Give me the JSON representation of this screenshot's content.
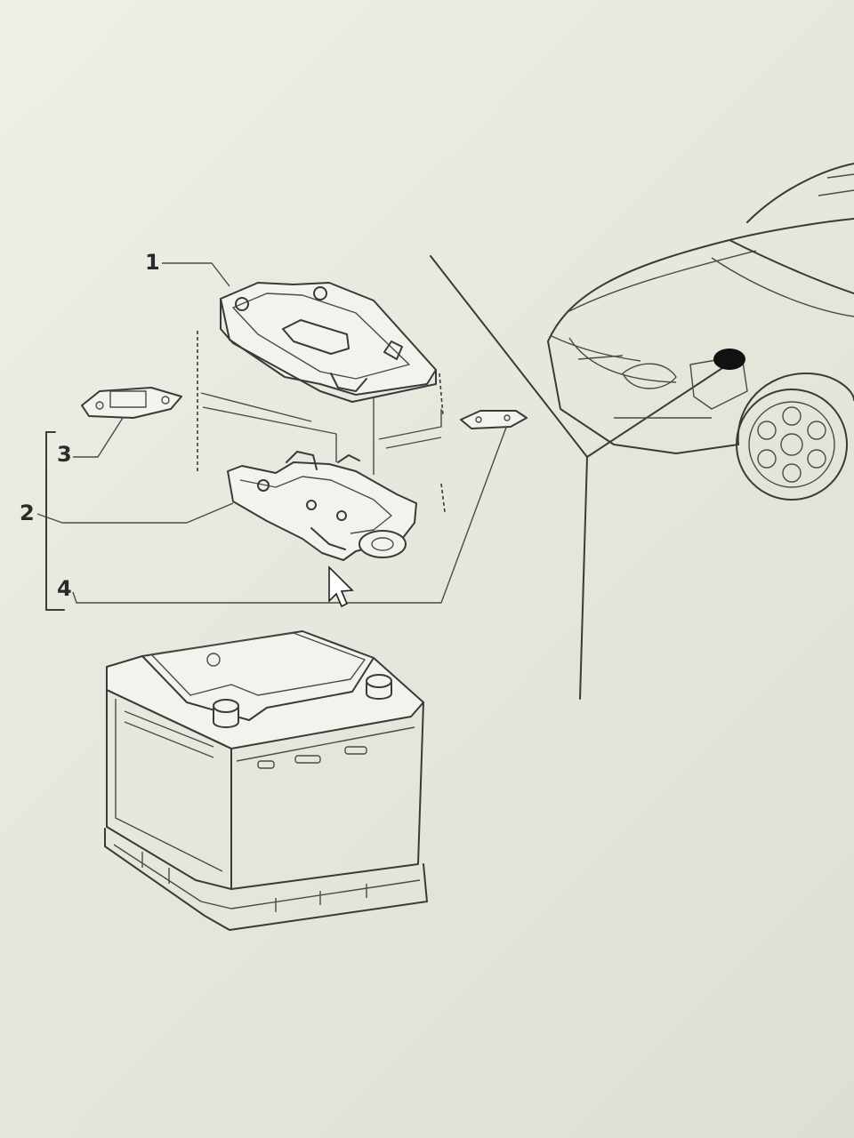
{
  "diagram": {
    "callouts": [
      {
        "id": "1",
        "label": "1"
      },
      {
        "id": "2",
        "label": "2"
      },
      {
        "id": "3",
        "label": "3"
      },
      {
        "id": "4",
        "label": "4"
      }
    ],
    "colors": {
      "background": "#e6e8de",
      "line": "#3a3a3a",
      "marker": "#111111"
    },
    "cursor": "mouse-pointer-icon"
  }
}
